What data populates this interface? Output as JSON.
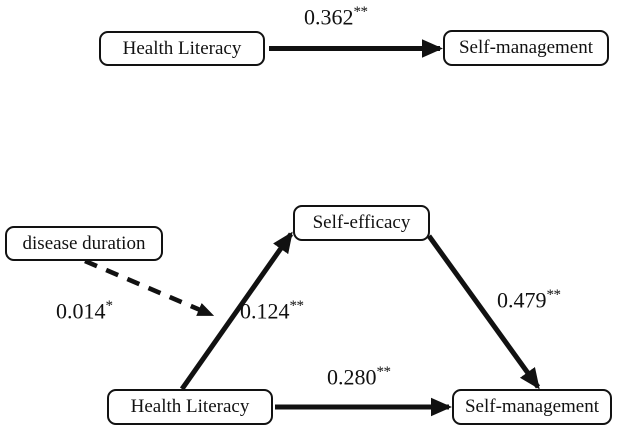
{
  "figure": {
    "type": "path-diagram",
    "background_color": "#ffffff",
    "line_color": "#111111",
    "panels": [
      {
        "id": "panel-a",
        "name": "direct-effect-model",
        "nodes": [
          {
            "id": "hl-top",
            "label": "Health Literacy"
          },
          {
            "id": "sm-top",
            "label": "Self-management"
          }
        ],
        "paths": [
          {
            "id": "hl-to-sm-top",
            "from": "hl-top",
            "to": "sm-top",
            "coefficient": "0.362",
            "significance": "**",
            "style": "solid"
          }
        ]
      },
      {
        "id": "panel-b",
        "name": "mediation-model",
        "nodes": [
          {
            "id": "disease-duration",
            "label": "disease duration"
          },
          {
            "id": "self-efficacy",
            "label": "Self-efficacy"
          },
          {
            "id": "hl-bottom",
            "label": "Health Literacy"
          },
          {
            "id": "sm-bottom",
            "label": "Self-management"
          }
        ],
        "paths": [
          {
            "id": "dd-to-mediation",
            "from": "disease-duration",
            "to": "hl-to-se-path",
            "coefficient": "0.014",
            "significance": "*",
            "style": "dashed"
          },
          {
            "id": "hl-to-se",
            "from": "hl-bottom",
            "to": "self-efficacy",
            "coefficient": "0.124",
            "significance": "**",
            "style": "solid"
          },
          {
            "id": "se-to-sm",
            "from": "self-efficacy",
            "to": "sm-bottom",
            "coefficient": "0.479",
            "significance": "**",
            "style": "solid"
          },
          {
            "id": "hl-to-sm-bottom",
            "from": "hl-bottom",
            "to": "sm-bottom",
            "coefficient": "0.280",
            "significance": "**",
            "style": "solid"
          }
        ]
      }
    ]
  },
  "labels": {
    "node_hl_top": "Health Literacy",
    "node_sm_top": "Self-management",
    "node_disease_duration": "disease duration",
    "node_self_efficacy": "Self-efficacy",
    "node_hl_bottom": "Health Literacy",
    "node_sm_bottom": "Self-management",
    "coef_0362": "0.362",
    "coef_0362_stars": "**",
    "coef_0014": "0.014",
    "coef_0014_stars": "*",
    "coef_0124": "0.124",
    "coef_0124_stars": "**",
    "coef_0479": "0.479",
    "coef_0479_stars": "**",
    "coef_0280": "0.280",
    "coef_0280_stars": "**"
  }
}
